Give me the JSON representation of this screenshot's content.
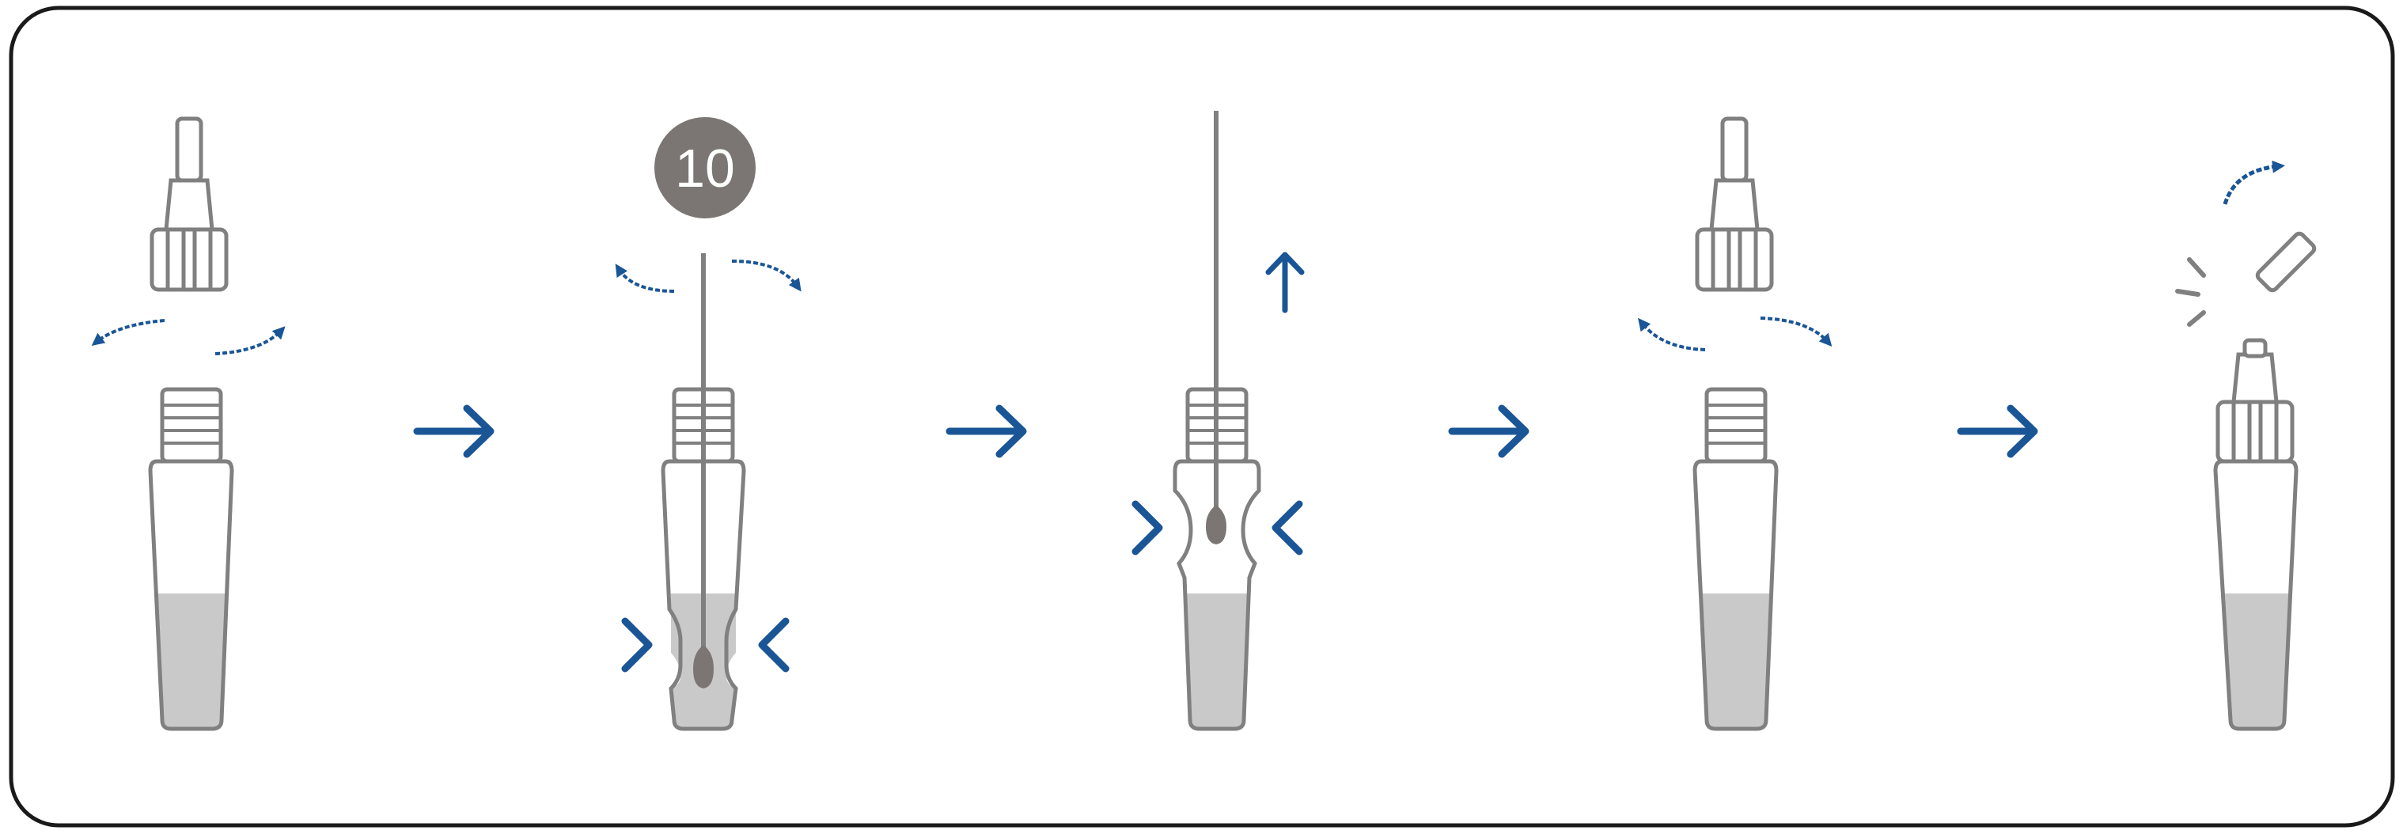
{
  "diagram": {
    "type": "instruction-steps",
    "step_count": 5,
    "count_badge": "10",
    "colors": {
      "line": "#808080",
      "liquid": "#c9c9c9",
      "accent_arrow": "#1a5596",
      "frame": "#1a1a1a",
      "badge_fill": "#7b7674",
      "badge_text": "#ffffff"
    },
    "steps": [
      {
        "id": "step-1",
        "action": "unscrew-cap",
        "icons": [
          "dropper-cap-icon",
          "counterclockwise-arrow-icon",
          "clockwise-arrow-icon",
          "extraction-tube-icon"
        ]
      },
      {
        "id": "step-2",
        "action": "rotate-swab-10-times",
        "icons": [
          "count-badge",
          "rotate-arrows-icon",
          "swab-icon",
          "extraction-tube-icon",
          "squeeze-chevron-icon"
        ]
      },
      {
        "id": "step-3",
        "action": "squeeze-and-remove-swab",
        "icons": [
          "up-arrow-icon",
          "swab-icon",
          "extraction-tube-icon",
          "squeeze-chevron-icon"
        ]
      },
      {
        "id": "step-4",
        "action": "screw-on-cap",
        "icons": [
          "dropper-cap-icon",
          "rotate-arrows-icon",
          "extraction-tube-icon"
        ]
      },
      {
        "id": "step-5",
        "action": "break-off-tip",
        "icons": [
          "curved-arrow-icon",
          "tip-piece-icon",
          "snap-lines-icon",
          "capped-tube-icon"
        ]
      }
    ],
    "connectors": [
      "next-arrow-icon",
      "next-arrow-icon",
      "next-arrow-icon",
      "next-arrow-icon"
    ]
  }
}
